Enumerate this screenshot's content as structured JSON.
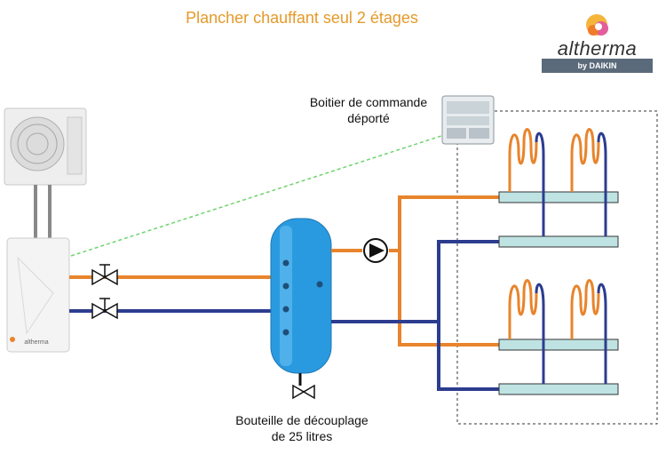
{
  "title": "Plancher chauffant seul 2 étages",
  "logo": {
    "brand": "altherma",
    "byline": "by DAIKIN"
  },
  "labels": {
    "control_box": [
      "Boitier de commande",
      "déporté"
    ],
    "tank": [
      "Bouteille de découplage",
      "de 25 litres"
    ],
    "indoor_unit_brand": "altherma"
  },
  "colors": {
    "hot": "#e8842c",
    "cold": "#2c3d8f",
    "tank": "#2a9ae0",
    "manifold": "#bfe3e3",
    "title": "#e59a2a",
    "signal": "#6fd36f"
  },
  "icons": [
    "outdoor-unit-icon",
    "indoor-unit-icon",
    "valve-icon",
    "pump-icon",
    "control-box-icon",
    "radiator-coil-icon"
  ]
}
